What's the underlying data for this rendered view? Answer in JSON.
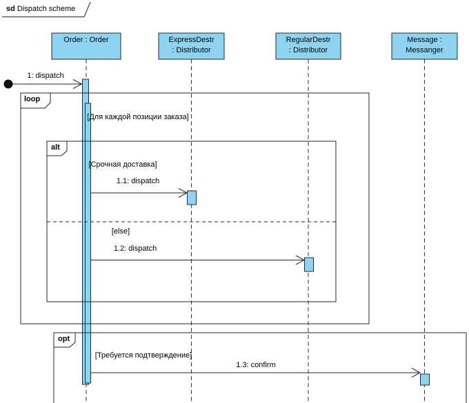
{
  "frame": {
    "keyword": "sd",
    "title": "Dispatch scheme"
  },
  "lifelines": [
    {
      "id": "order",
      "lines": [
        "Order : Order"
      ]
    },
    {
      "id": "express",
      "lines": [
        "ExpressDestr",
        ": Distributor"
      ]
    },
    {
      "id": "regular",
      "lines": [
        "RegularDestr",
        ": Distributor"
      ]
    },
    {
      "id": "message",
      "lines": [
        "Message :",
        "Messanger"
      ]
    }
  ],
  "fragments": [
    {
      "operator": "loop",
      "guard": "[Для каждой позиции заказа]"
    },
    {
      "operator": "alt",
      "guards": [
        "[Срочная доставка]",
        "[else]"
      ]
    },
    {
      "operator": "opt",
      "guard": "[Требуется подтверждение]"
    }
  ],
  "messages": [
    {
      "label": "1: dispatch"
    },
    {
      "label": "1.1: dispatch"
    },
    {
      "label": "1.2: dispatch"
    },
    {
      "label": "1.3: confirm"
    }
  ],
  "colors": {
    "element_fill": "#8ED4F0",
    "element_stroke": "#1F2B33",
    "line": "#262626"
  }
}
